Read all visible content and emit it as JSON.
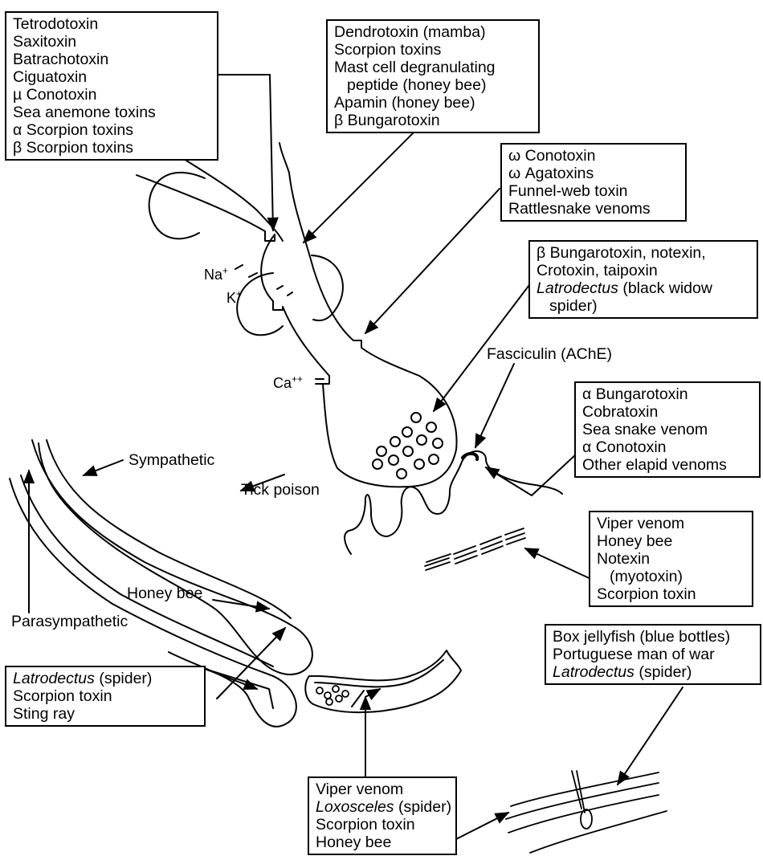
{
  "boxes": {
    "na_k_channel": [
      "Tetrodotoxin",
      "Saxitoxin",
      "Batrachotoxin",
      "Ciguatoxin",
      "µ Conotoxin",
      "Sea anemone toxins",
      "α Scorpion toxins",
      "β Scorpion toxins"
    ],
    "k_channel": [
      "Dendrotoxin (mamba)",
      "Scorpion toxins",
      "Mast cell degranulating",
      "peptide (honey bee)",
      "Apamin (honey bee)",
      "β Bungarotoxin"
    ],
    "ca_channel": [
      "ω Conotoxin",
      "ω Agatoxins",
      "Funnel-web toxin",
      "Rattlesnake venoms"
    ],
    "presynaptic": {
      "line1": "β Bungarotoxin, notexin,",
      "line2": "Crotoxin, taipoxin",
      "line3_italic": "Latrodectus",
      "line3_rest": " (black widow",
      "line4": "spider)"
    },
    "receptor": [
      "α Bungarotoxin",
      "Cobratoxin",
      "Sea snake venom",
      "α Conotoxin",
      "Other elapid venoms"
    ],
    "muscle": [
      "Viper venom",
      "Honey bee",
      "Notexin",
      "(myotoxin)",
      "Scorpion toxin"
    ],
    "autonomic": {
      "line1_italic": "Latrodectus",
      "line1_rest": " (spider)",
      "line2": "Scorpion toxin",
      "line3": "Sting ray"
    },
    "skin": {
      "line1": "Box jellyfish (blue bottles)",
      "line2": "Portuguese man of war",
      "line3_italic": "Latrodectus",
      "line3_rest": " (spider)"
    },
    "vessel": {
      "line1": "Viper venom",
      "line2_italic": "Loxosceles",
      "line2_rest": " (spider)",
      "line3": "Scorpion toxin",
      "line4": "Honey bee"
    }
  },
  "labels": {
    "fasciculin": "Fasciculin (AChE)",
    "tick_poison": "Tick poison",
    "sympathetic": "Sympathetic",
    "parasympathetic": "Parasympathetic",
    "honey_bee": "Honey bee"
  },
  "ions": {
    "na": "Na",
    "na_charge": "+",
    "k": "K",
    "k_charge": "+",
    "ca": "Ca",
    "ca_charge": "++"
  }
}
